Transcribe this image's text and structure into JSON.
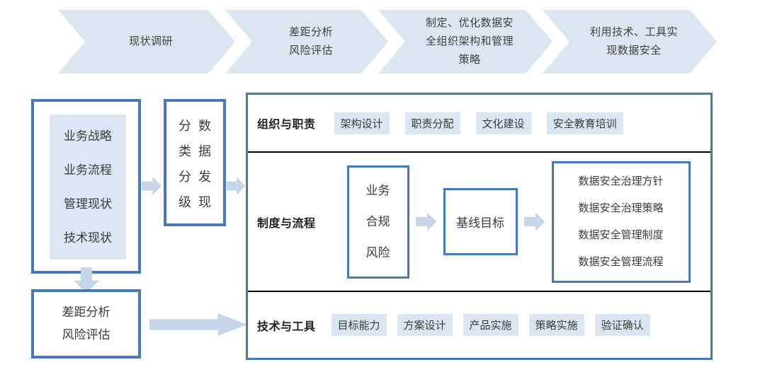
{
  "banner": {
    "steps": [
      {
        "label": "现状调研"
      },
      {
        "label": "差距分析\n风险评估"
      },
      {
        "label": "制定、优化数据安\n全组织架构和管理\n策略"
      },
      {
        "label": "利用技术、工具实\n现数据安全"
      }
    ]
  },
  "left_column": {
    "current_state_box": {
      "items": [
        {
          "label": "业务战略"
        },
        {
          "label": "业务流程"
        },
        {
          "label": "管理现状"
        },
        {
          "label": "技术现状"
        }
      ]
    },
    "gap_box": {
      "items": [
        {
          "label": "差距分析"
        },
        {
          "label": "风险评估"
        }
      ]
    }
  },
  "classify_box": {
    "column_left": [
      "分",
      "类",
      "分",
      "级"
    ],
    "column_right": [
      "数",
      "据",
      "发",
      "现"
    ]
  },
  "main_panel": {
    "rows": [
      {
        "title": "组织与职责",
        "chips": [
          {
            "label": "架构设计"
          },
          {
            "label": "职责分配"
          },
          {
            "label": "文化建设"
          },
          {
            "label": "安全教育培训"
          }
        ]
      },
      {
        "title": "制度与流程",
        "risk_box": {
          "items": [
            {
              "label": "业务"
            },
            {
              "label": "合规"
            },
            {
              "label": "风险"
            }
          ]
        },
        "baseline_box": {
          "label": "基线目标"
        },
        "policy_box": {
          "items": [
            {
              "label": "数据安全治理方针"
            },
            {
              "label": "数据安全治理策略"
            },
            {
              "label": "数据安全管理制度"
            },
            {
              "label": "数据安全管理流程"
            }
          ]
        }
      },
      {
        "title": "技术与工具",
        "chips": [
          {
            "label": "目标能力"
          },
          {
            "label": "方案设计"
          },
          {
            "label": "产品实施"
          },
          {
            "label": "策略实施"
          },
          {
            "label": "验证确认"
          }
        ]
      }
    ]
  },
  "colors": {
    "chevron_fill": "#dce6f1",
    "box_border": "#4679b6",
    "chip_fill": "#dce6f3",
    "arrow_fill": "#c5d5ea",
    "divider": "#000000",
    "text": "#3b3b3b",
    "background": "#ffffff"
  }
}
